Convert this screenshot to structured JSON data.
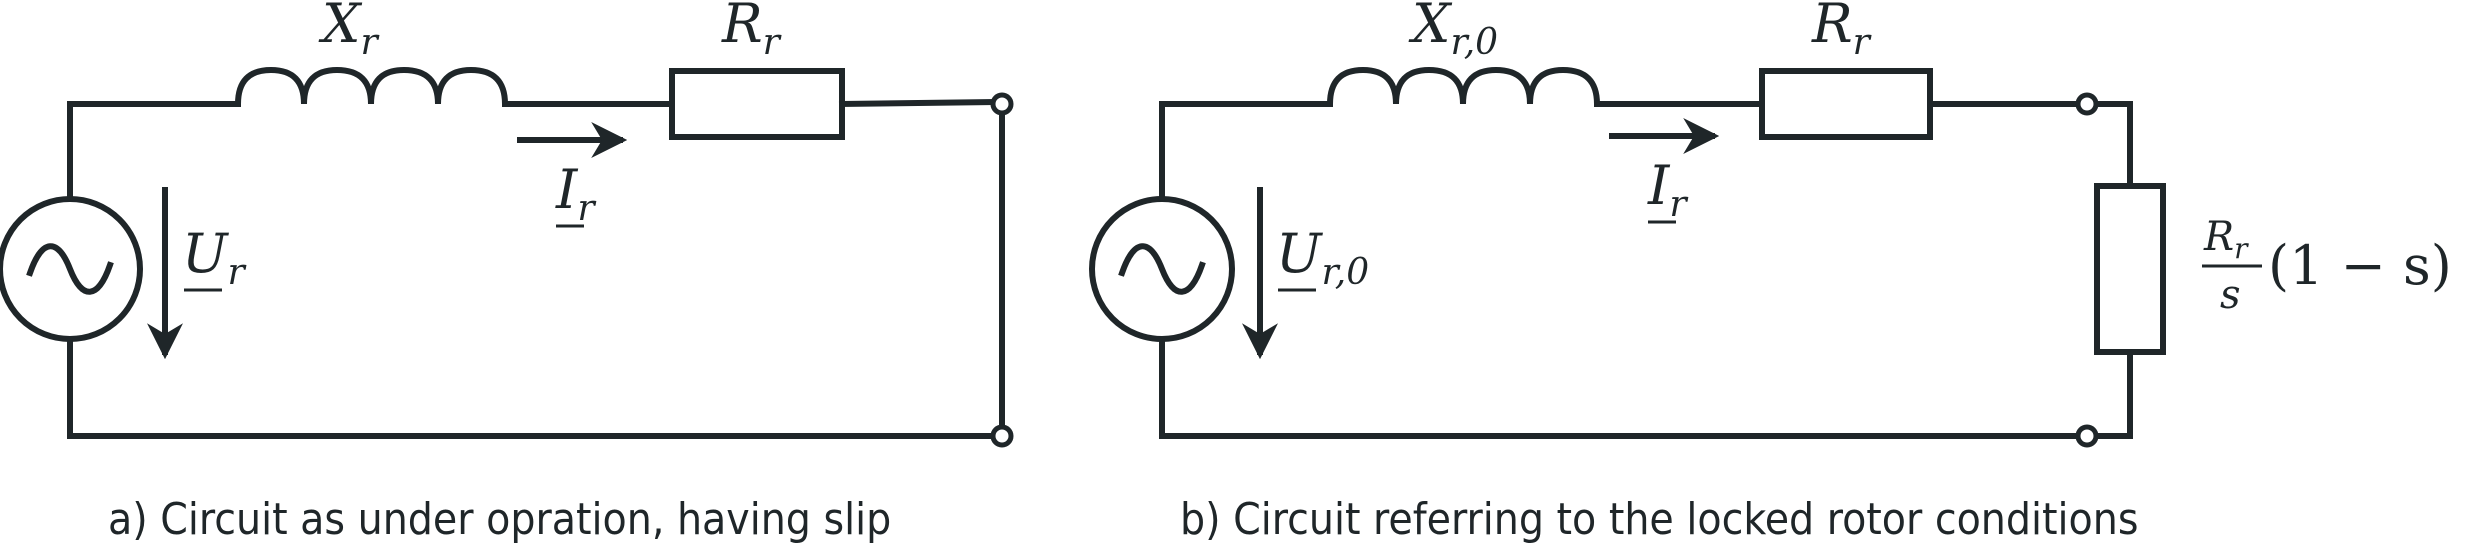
{
  "circuit_a": {
    "reactance": {
      "main": "X",
      "sub": "r"
    },
    "resistance": {
      "main": "R",
      "sub": "r"
    },
    "current": {
      "main": "I",
      "sub": "r"
    },
    "voltage": {
      "main": "U",
      "sub": "r"
    },
    "caption": "a)  Circuit as under opration, having slip"
  },
  "circuit_b": {
    "reactance": {
      "main": "X",
      "sub": "r,0"
    },
    "resistance": {
      "main": "R",
      "sub": "r"
    },
    "current": {
      "main": "I",
      "sub": "r"
    },
    "voltage": {
      "main": "U",
      "sub": "r,0"
    },
    "load": {
      "num_main": "R",
      "num_sub": "r",
      "den": "s",
      "factor": "(1 − s)"
    },
    "caption": "b)  Circuit referring to the locked rotor conditions"
  },
  "colors": {
    "line": "#1f2629",
    "background": "#ffffff"
  }
}
